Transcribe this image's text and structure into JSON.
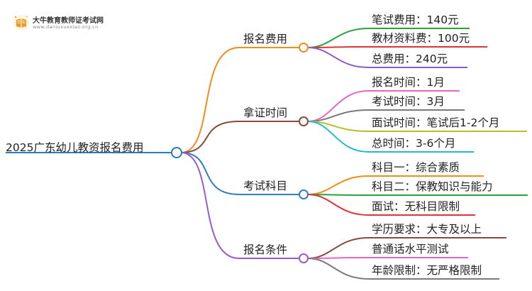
{
  "logo": {
    "title": "大牛教育教师证考试网",
    "url": "www.daniuxuexiao.org.cn",
    "icon": "book-icon"
  },
  "root": {
    "label": "2025广东幼儿教资报名费用",
    "color": "#2a7db8"
  },
  "branches": [
    {
      "label": "报名费用",
      "color": "#f08c1e",
      "leaves": [
        {
          "label": "笔试费用：140元",
          "color": "#2aa33a"
        },
        {
          "label": "教材资料费：100元",
          "color": "#d8363e"
        },
        {
          "label": "总费用：240元",
          "color": "#8d5cc4"
        }
      ]
    },
    {
      "label": "拿证时间",
      "color": "#8b4a3c",
      "leaves": [
        {
          "label": "报名时间：1月",
          "color": "#e865c5"
        },
        {
          "label": "考试时间：3月",
          "color": "#7a7a7a"
        },
        {
          "label": "面试时间：笔试后1-2个月",
          "color": "#b7bf2a"
        },
        {
          "label": "总时间：3-6个月",
          "color": "#26b8cf"
        }
      ]
    },
    {
      "label": "考试科目",
      "color": "#2f7fc2",
      "leaves": [
        {
          "label": "科目一：综合素质",
          "color": "#f08c1e"
        },
        {
          "label": "科目二：保教知识与能力",
          "color": "#2aa33a"
        },
        {
          "label": "面试：无科目限制",
          "color": "#d8363e"
        }
      ]
    },
    {
      "label": "报名条件",
      "color": "#9a5ad0",
      "leaves": [
        {
          "label": "学历要求：大专及以上",
          "color": "#8b4a3c"
        },
        {
          "label": "普通话水平测试",
          "color": "#e865c5"
        },
        {
          "label": "年龄限制：无严格限制",
          "color": "#7a7a7a"
        }
      ]
    }
  ]
}
